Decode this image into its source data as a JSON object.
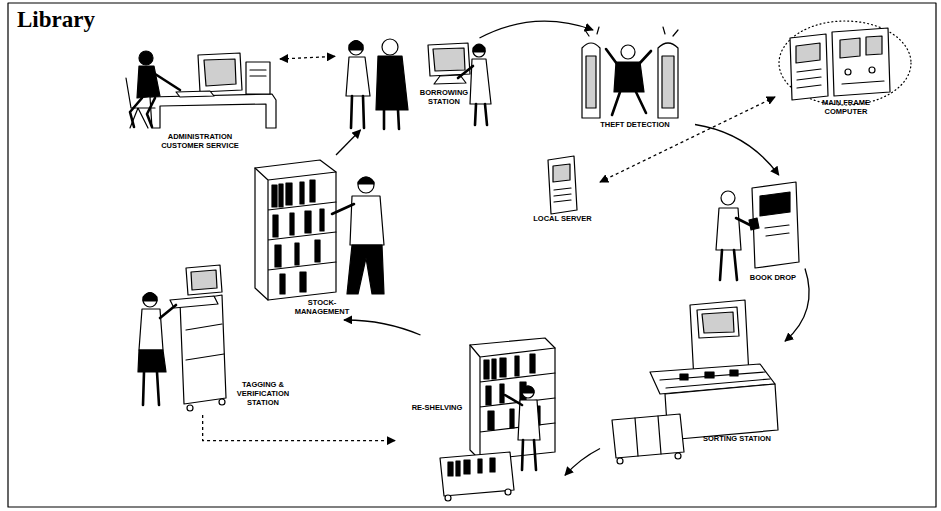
{
  "diagram": {
    "title": "Library",
    "nodes": [
      {
        "text": [
          "ADMINISTRATION CUSTOMER SERVICE"
        ]
      },
      {
        "text": [
          "BORROWING STATION"
        ]
      },
      {
        "text": [
          "THEFT DETECTION"
        ]
      },
      {
        "text": [
          "MAIN FRAME COMPUTER"
        ]
      },
      {
        "text": [
          "STOCK-MANAGEMENT"
        ]
      },
      {
        "text": [
          "LOCAL SERVER"
        ]
      },
      {
        "text": [
          "BOOK DROP"
        ]
      },
      {
        "text": [
          "TAGGING & VERIFICATION STATION"
        ]
      },
      {
        "text": [
          "RE-SHELVING"
        ]
      },
      {
        "text": [
          "SORTING STATION"
        ]
      }
    ],
    "edges": [
      {
        "from": 0,
        "to": 1,
        "arrow": "both"
      },
      {
        "from": 4,
        "to": 1,
        "arrow": "to"
      },
      {
        "from": 1,
        "to": 2,
        "arrow": "to"
      },
      {
        "from": 2,
        "to": 6,
        "arrow": "to"
      },
      {
        "from": 3,
        "to": 5,
        "arrow": "both"
      },
      {
        "from": 6,
        "to": 9,
        "arrow": "to"
      },
      {
        "from": 9,
        "to": 8,
        "arrow": "to"
      },
      {
        "from": 8,
        "to": 4,
        "arrow": "to"
      },
      {
        "from": 7,
        "to": 8,
        "arrow": "to"
      }
    ]
  }
}
